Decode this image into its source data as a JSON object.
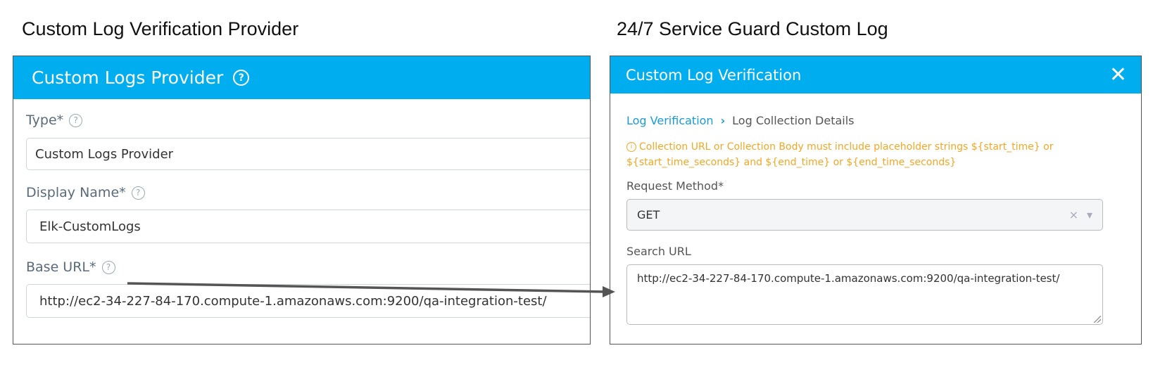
{
  "captions": {
    "left": "Custom Log Verification Provider",
    "right": "24/7 Service Guard Custom Log"
  },
  "left_panel": {
    "title": "Custom Logs Provider",
    "help_glyph": "?",
    "fields": {
      "type": {
        "label": "Type*",
        "value": "Custom Logs Provider"
      },
      "display_name": {
        "label": "Display Name*",
        "value": "Elk-CustomLogs"
      },
      "base_url": {
        "label": "Base URL*",
        "value": "http://ec2-34-227-84-170.compute-1.amazonaws.com:9200/qa-integration-test/"
      }
    }
  },
  "right_panel": {
    "title": "Custom Log Verification",
    "close_glyph": "✕",
    "breadcrumb": {
      "parent": "Log Verification",
      "separator": "›",
      "current": "Log Collection Details"
    },
    "notice": "Collection URL or Collection Body must include placeholder strings ${start_time} or ${start_time_seconds} and ${end_time} or ${end_time_seconds}",
    "request_method": {
      "label": "Request Method*",
      "value": "GET",
      "clear_glyph": "×",
      "caret_glyph": "▾"
    },
    "search_url": {
      "label": "Search URL",
      "value": "http://ec2-34-227-84-170.compute-1.amazonaws.com:9200/qa-integration-test/"
    }
  },
  "colors": {
    "header": "#00aeef",
    "link": "#1a9ad6",
    "warning": "#f5a623",
    "arrow": "#555555"
  },
  "icons": {
    "help": "help-circle-icon",
    "close": "close-icon",
    "info": "info-icon",
    "chevron": "chevron-right-icon",
    "clear": "clear-icon",
    "caret": "caret-down-icon"
  }
}
